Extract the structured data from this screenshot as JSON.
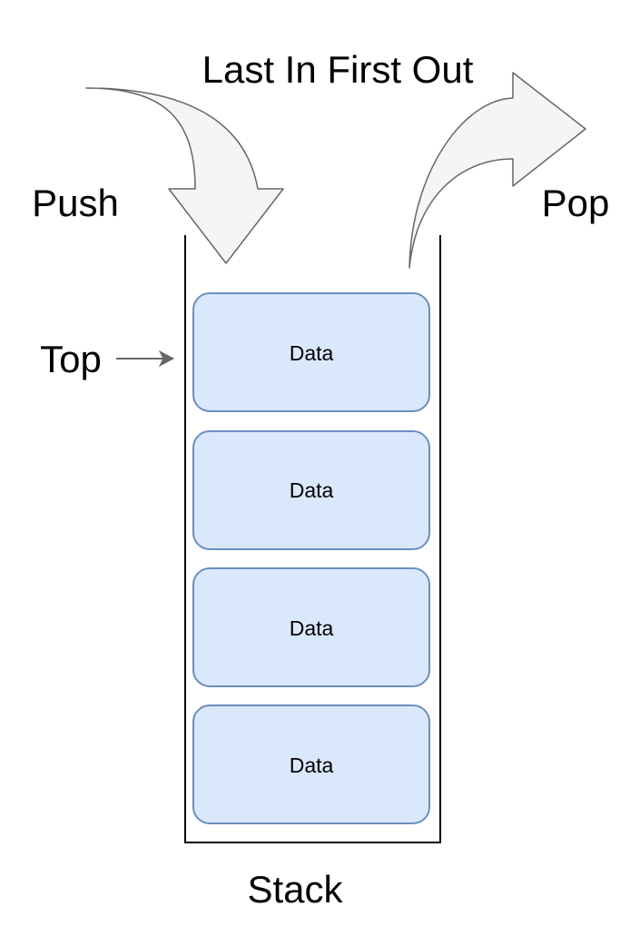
{
  "title": "Last In First Out",
  "push_label": "Push",
  "pop_label": "Pop",
  "top_label": "Top",
  "stack_label": "Stack",
  "items": [
    {
      "label": "Data"
    },
    {
      "label": "Data"
    },
    {
      "label": "Data"
    },
    {
      "label": "Data"
    }
  ],
  "colors": {
    "box_fill": "#dae8fc",
    "box_stroke": "#6c8ebf",
    "arrow_fill": "#f5f5f5",
    "arrow_stroke": "#666666",
    "container_stroke": "#000000"
  }
}
